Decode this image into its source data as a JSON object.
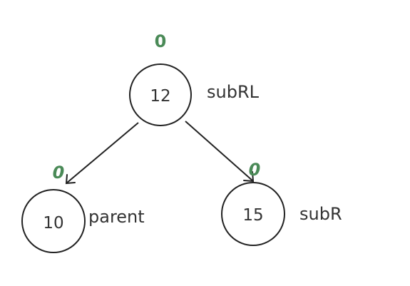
{
  "colors": {
    "balance_factor": "#4a8a57",
    "stroke": "#222222",
    "text": "#333333"
  },
  "nodes": {
    "root": {
      "value": "12",
      "label": "subRL",
      "balance_factor": "0"
    },
    "left": {
      "value": "10",
      "label": "parent",
      "balance_factor": "0"
    },
    "right": {
      "value": "15",
      "label": "subR",
      "balance_factor": "0"
    }
  }
}
